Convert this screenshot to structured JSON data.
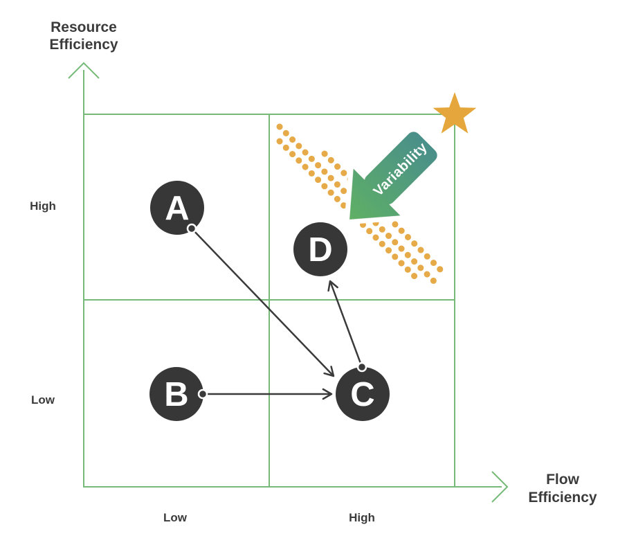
{
  "axes": {
    "y_axis": {
      "title_line1": "Resource",
      "title_line2": "Efficiency",
      "tick_top": "High",
      "tick_bottom": "Low"
    },
    "x_axis": {
      "title_line1": "Flow",
      "title_line2": "Efficiency",
      "tick_left": "Low",
      "tick_right": "High"
    }
  },
  "nodes": [
    {
      "id": "A",
      "label": "A"
    },
    {
      "id": "B",
      "label": "B"
    },
    {
      "id": "C",
      "label": "C"
    },
    {
      "id": "D",
      "label": "D"
    }
  ],
  "edges": [
    {
      "from": "A",
      "to": "C"
    },
    {
      "from": "B",
      "to": "C"
    },
    {
      "from": "C",
      "to": "D"
    }
  ],
  "annotations": {
    "variability_label": "Variability",
    "goal_marker": "star"
  },
  "colors": {
    "grid_green": "#77b977",
    "node_fill": "#373737",
    "node_text": "#ffffff",
    "edge_stroke": "#3a3a3a",
    "dots_orange": "#e6aa48",
    "star_gold": "#e5a73c",
    "variability_gradient_tail": "#4a8f8a",
    "variability_gradient_tip": "#5fb065",
    "label_text": "#3b3b3b"
  }
}
